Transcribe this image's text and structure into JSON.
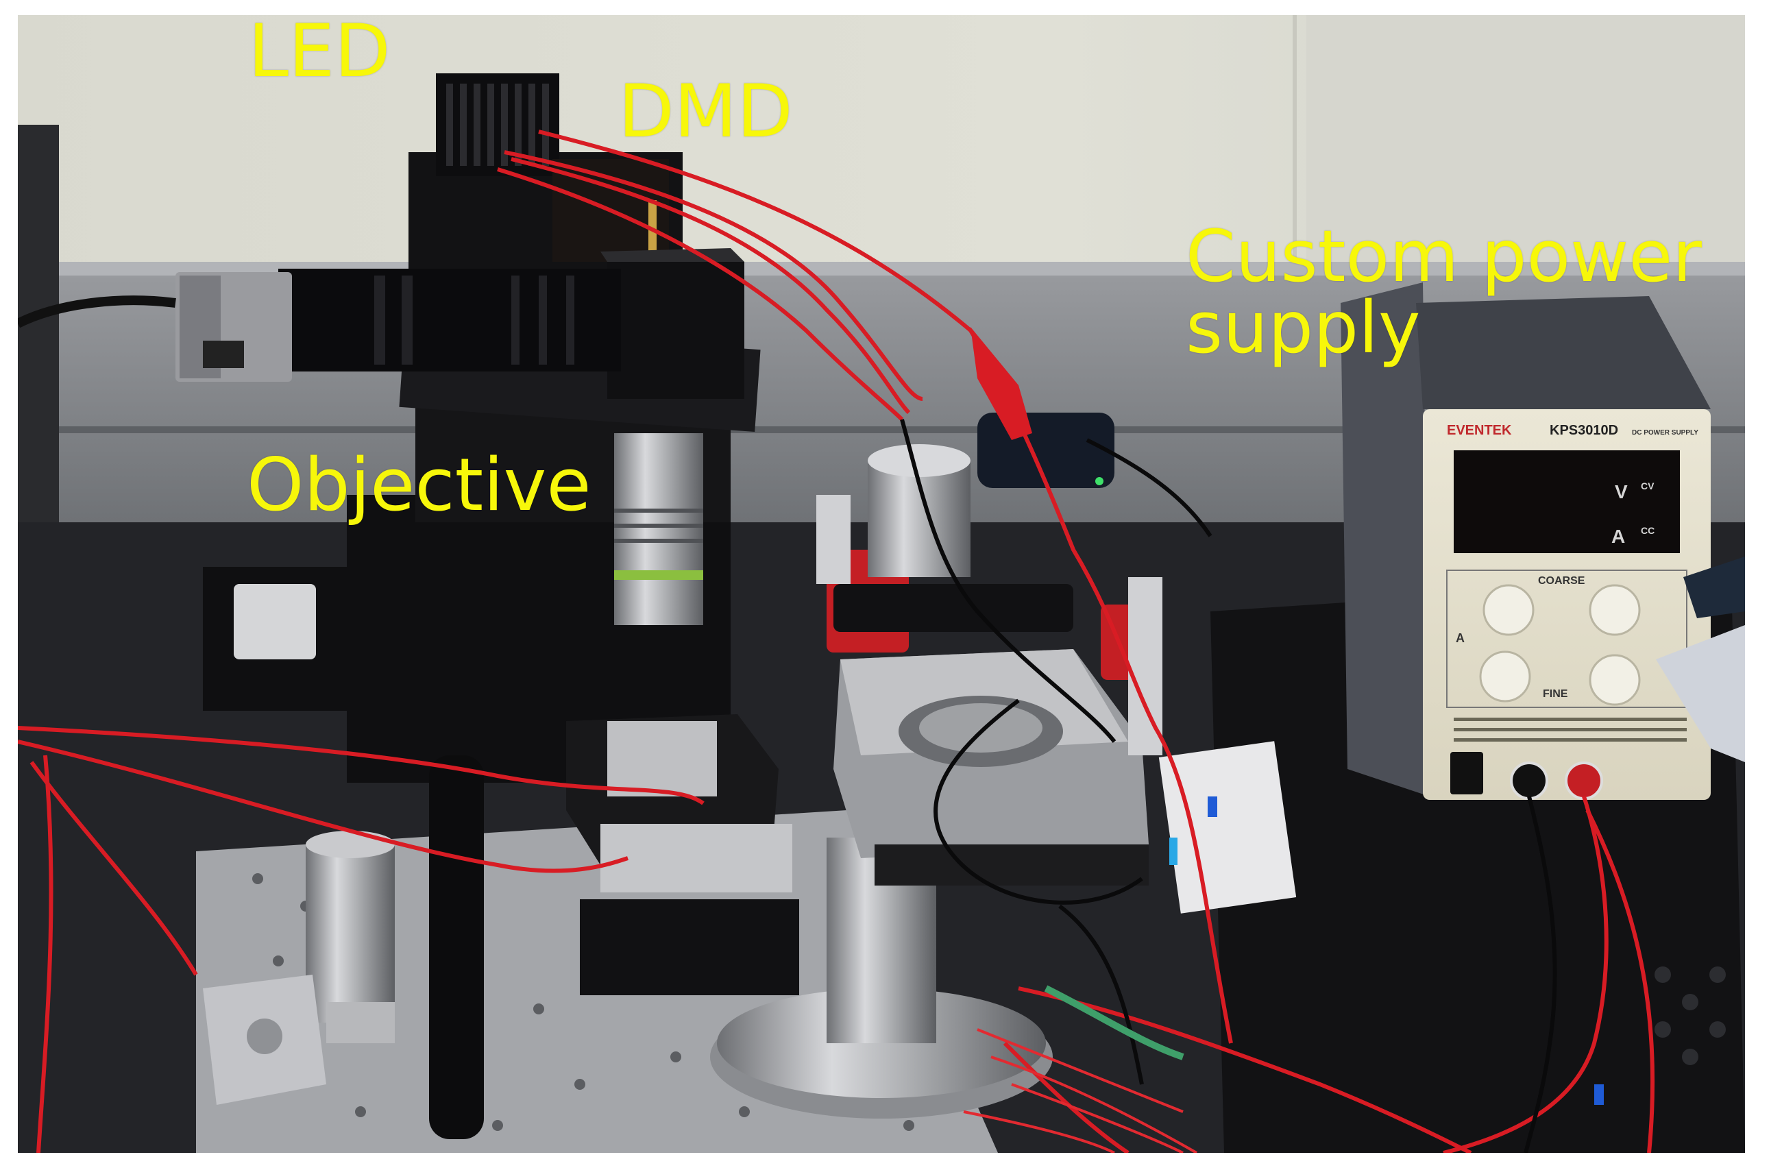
{
  "labels": {
    "led": "LED",
    "dmd": "DMD",
    "objective": "Objective",
    "power_supply": "Custom power supply"
  },
  "power_supply_panel": {
    "brand": "EVENTEK",
    "model": "KPS3010D",
    "type": "DC POWER SUPPLY",
    "volt_unit": "V",
    "volt_mode": "CV",
    "amp_unit": "A",
    "amp_mode": "CC",
    "coarse": "COARSE",
    "fine": "FINE",
    "amp_tag": "A"
  },
  "colors": {
    "label_yellow": "#f7f70a",
    "wire_red": "#d81c24",
    "wall": "#ddddd3",
    "cabinet": "#8e9094",
    "psu_body": "#e6e1cd"
  }
}
